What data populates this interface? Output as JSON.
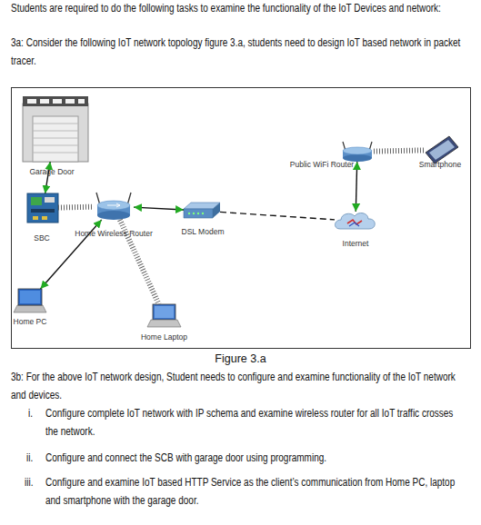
{
  "diagram": {
    "caption": "Figure 3.a",
    "nodes": [
      {
        "text": [
          "Garage Door"
        ]
      },
      {
        "text": [
          "Public WiFi Router"
        ]
      },
      {
        "text": [
          "Smartphone"
        ]
      },
      {
        "text": [
          "SBC"
        ]
      },
      {
        "text": [
          "Home Wireless Router"
        ]
      },
      {
        "text": [
          "DSL Modem"
        ]
      },
      {
        "text": [
          "Internet"
        ]
      },
      {
        "text": [
          "Home PC"
        ]
      },
      {
        "text": [
          "Home Laptop"
        ]
      }
    ],
    "edges": [
      {
        "from": 0,
        "to": 3,
        "arrow": "both"
      },
      {
        "from": 3,
        "to": 4,
        "arrow": "none"
      },
      {
        "from": 4,
        "to": 5,
        "arrow": "both"
      },
      {
        "from": 5,
        "to": 6,
        "arrow": "none"
      },
      {
        "from": 6,
        "to": 1,
        "arrow": "both"
      },
      {
        "from": 1,
        "to": 2,
        "arrow": "none"
      },
      {
        "from": 4,
        "to": 7,
        "arrow": "both"
      },
      {
        "from": 4,
        "to": 8,
        "arrow": "none"
      }
    ],
    "labels": [
      "Students are required to do the following tasks to examine the functionality of the IoT Devices and network:",
      "3a: Consider the following IoT network topology figure 3.a, students need to design IoT based network in packet tracer.",
      "3b: For the above IoT network design, Student needs to configure and examine functionality of the IoT network and devices.",
      "i.",
      "Configure complete IoT network with IP schema and examine wireless router for all IoT traffic crosses the network.",
      "ii.",
      "Configure and connect the SCB with garage door using programming.",
      "iii.",
      "Configure and examine IoT based HTTP Service as the client’s communication from Home PC, laptop and smartphone with the garage door."
    ]
  }
}
